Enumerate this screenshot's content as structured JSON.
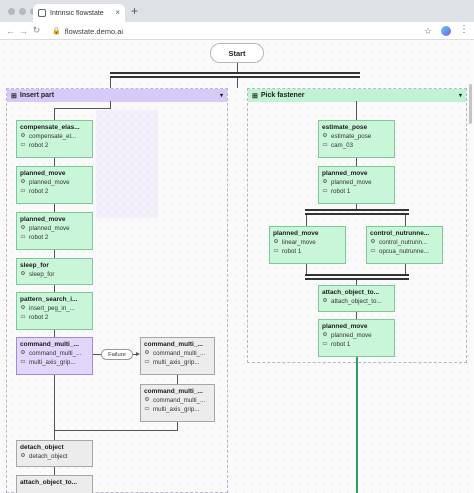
{
  "browser": {
    "tab_title": "Intrinsic flowstate",
    "tab_close": "×",
    "new_tab": "+",
    "back": "←",
    "forward": "→",
    "reload": "↻",
    "lock": "🔒",
    "url": "flowstate.demo.ai",
    "star": "☆",
    "menu": "⋮"
  },
  "flow": {
    "start": "Start",
    "failure_label": "Failure",
    "groups": {
      "insert": {
        "title": "Insert part",
        "caret": "▾"
      },
      "pick": {
        "title": "Pick fastener",
        "caret": "▾"
      }
    },
    "nodes": {
      "n1": {
        "title": "compensate_elas...",
        "skill": "compensate_el...",
        "resource": "robot 2"
      },
      "n2": {
        "title": "planned_move",
        "skill": "planned_move",
        "resource": "robot 2"
      },
      "n3": {
        "title": "planned_move",
        "skill": "planned_move",
        "resource": "robot 2"
      },
      "n4": {
        "title": "sleep_for",
        "skill": "sleep_for"
      },
      "n5": {
        "title": "pattern_search_i...",
        "skill": "insert_peg_in_...",
        "resource": "robot 2"
      },
      "n6": {
        "title": "command_multi_...",
        "skill": "command_multi_...",
        "resource": "multi_axis_grip..."
      },
      "n7": {
        "title": "command_multi_...",
        "skill": "command_multi_...",
        "resource": "multi_axis_grip..."
      },
      "n8": {
        "title": "command_multi_...",
        "skill": "command_multi_...",
        "resource": "multi_axis_grip..."
      },
      "n9": {
        "title": "detach_object",
        "skill": "detach_object"
      },
      "n10": {
        "title": "attach_object_to..."
      },
      "p1": {
        "title": "estimate_pose",
        "skill": "estimate_pose",
        "resource": "cam_03"
      },
      "p2": {
        "title": "planned_move",
        "skill": "planned_move",
        "resource": "robot 1"
      },
      "p3": {
        "title": "planned_move",
        "skill": "linear_move",
        "resource": "robot 1"
      },
      "p4": {
        "title": "control_nutrunne...",
        "skill": "control_nutrunn...",
        "resource": "opcua_nutrunne..."
      },
      "p5": {
        "title": "attach_object_to...",
        "skill": "attach_object_to..."
      },
      "p6": {
        "title": "planned_move",
        "skill": "planned_move",
        "resource": "robot 1"
      }
    }
  },
  "icons": {
    "skill": "⚙",
    "resource": "▭",
    "group": "⊞"
  },
  "colors": {
    "green_node": "#c9f5d9",
    "purple_node": "#e2d6fa",
    "gray_node": "#ececec",
    "insert_header": "#d9c9f8",
    "pick_header": "#bff3d3"
  }
}
